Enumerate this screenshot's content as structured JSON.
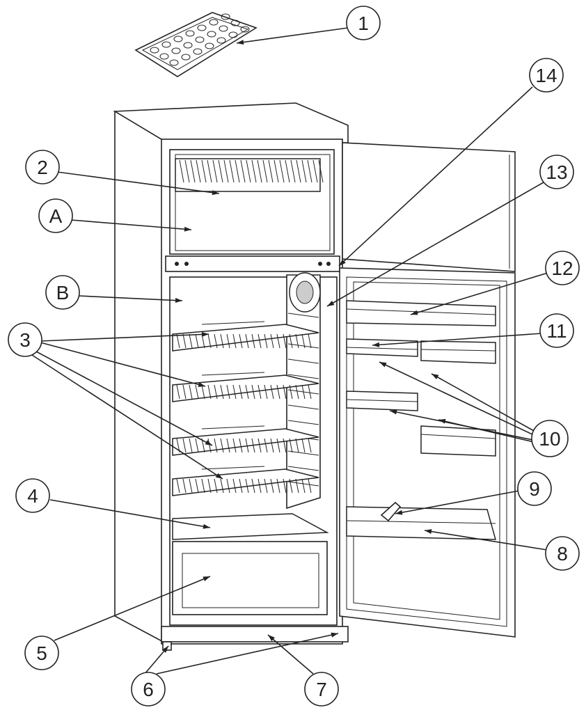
{
  "callouts": [
    {
      "id": "c1",
      "text": "1"
    },
    {
      "id": "c2",
      "text": "2"
    },
    {
      "id": "cA",
      "text": "A"
    },
    {
      "id": "cB",
      "text": "B"
    },
    {
      "id": "c3",
      "text": "3"
    },
    {
      "id": "c4",
      "text": "4"
    },
    {
      "id": "c5",
      "text": "5"
    },
    {
      "id": "c6",
      "text": "6"
    },
    {
      "id": "c7",
      "text": "7"
    },
    {
      "id": "c8",
      "text": "8"
    },
    {
      "id": "c9",
      "text": "9"
    },
    {
      "id": "c10",
      "text": "10"
    },
    {
      "id": "c11",
      "text": "11"
    },
    {
      "id": "c12",
      "text": "12"
    },
    {
      "id": "c13",
      "text": "13"
    },
    {
      "id": "c14",
      "text": "14"
    }
  ]
}
